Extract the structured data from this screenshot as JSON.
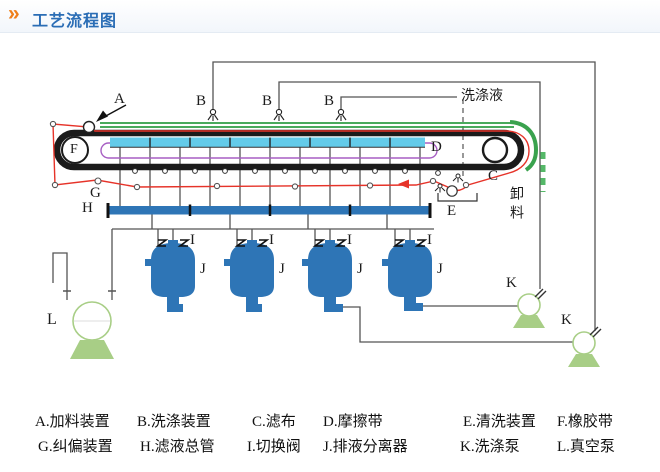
{
  "header": {
    "marker": "»",
    "title": "工艺流程图"
  },
  "diagram": {
    "labels": {
      "A": "A",
      "B": "B",
      "C": "C",
      "D": "D",
      "E": "E",
      "F": "F",
      "G": "G",
      "H": "H",
      "I": "I",
      "J": "J",
      "K": "K",
      "L": "L"
    },
    "annotations": {
      "washing_liquid": "洗涤液",
      "discharge": "卸料"
    }
  },
  "legend": {
    "row1": [
      "A.加料装置",
      "B.洗涤装置",
      "C.滤布",
      "D.摩擦带",
      "E.清洗装置",
      "F.橡胶带"
    ],
    "row2": [
      "G.纠偏装置",
      "H.滤液总管",
      "I.切换阀",
      "J.排液分离器",
      "K.洗涤泵",
      "L.真空泵"
    ]
  },
  "colors": {
    "title_blue": "#2a6db5",
    "marker_orange": "#ef7f1a",
    "tank_blue": "#2e75b6",
    "cake_cyan": "#63cbe9",
    "belt_black": "#1b1b1b",
    "cloth_red": "#e63329",
    "friction_belt_purple": "#a75fc3",
    "belt_green": "#2f9e44",
    "discharge_green": "#55b868",
    "pump_green": "#a8ce86",
    "pipe_gray": "#555555"
  }
}
